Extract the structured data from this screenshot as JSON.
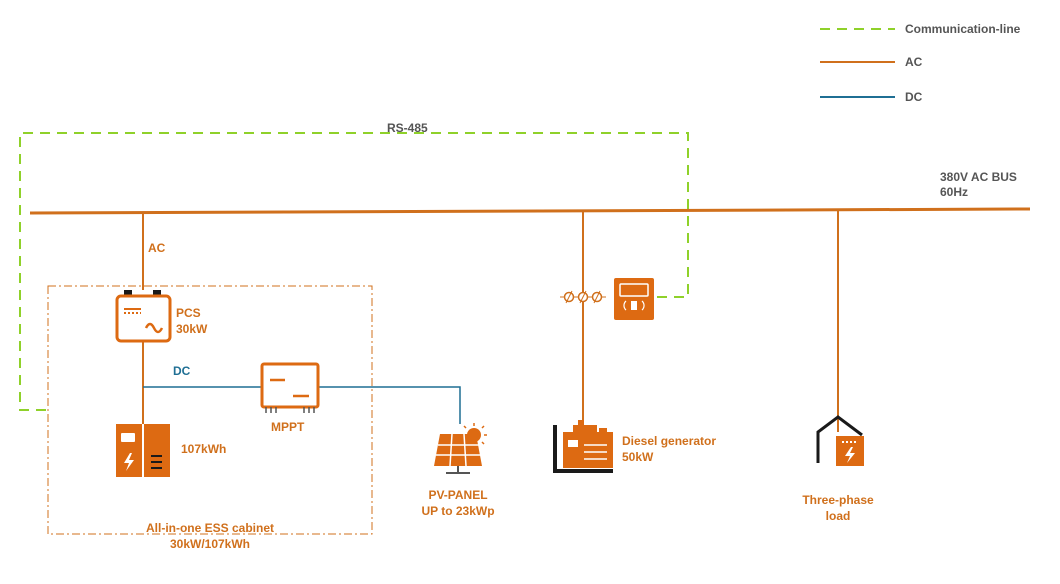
{
  "colors": {
    "ac": "#d0701c",
    "dc": "#1f6f94",
    "comm": "#8fd12a",
    "device": "#dd6a12",
    "text_dark": "#555555"
  },
  "legend": {
    "communication": "Communication-line",
    "ac": "AC",
    "dc": "DC"
  },
  "bus": {
    "line1": "380V AC BUS",
    "line2": "60Hz"
  },
  "rs485": "RS-485",
  "ac_label": "AC",
  "dc_label": "DC",
  "pcs": {
    "line1": "PCS",
    "line2": "30kW"
  },
  "battery": {
    "label": "107kWh"
  },
  "mppt": {
    "label": "MPPT"
  },
  "pv": {
    "line1": "PV-PANEL",
    "line2": "UP to 23kWp"
  },
  "generator": {
    "line1": "Diesel generator",
    "line2": "50kW"
  },
  "load": {
    "line1": "Three-phase",
    "line2": "load"
  },
  "cabinet": {
    "line1": "All-in-one ESS cabinet",
    "line2": "30kW/107kWh"
  },
  "icons": [
    "pcs-inverter-icon",
    "battery-cabinet-icon",
    "mppt-controller-icon",
    "solar-panel-icon",
    "diesel-generator-icon",
    "smart-meter-icon",
    "breaker-icon",
    "house-load-icon"
  ]
}
